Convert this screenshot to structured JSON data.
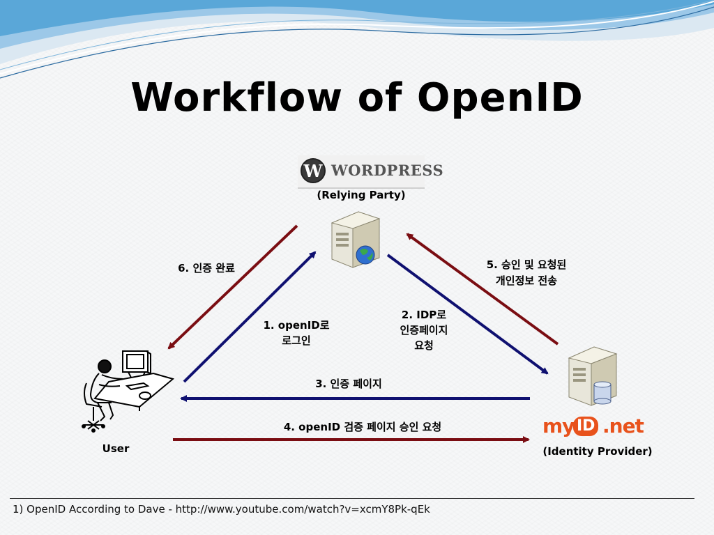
{
  "title": "Workflow of OpenID",
  "nodes": {
    "relying_party": {
      "logo_text": "WordPress",
      "logo_initial": "W",
      "role": "(Relying Party)"
    },
    "user": {
      "label": "User"
    },
    "identity_provider": {
      "logo_text_1": "my",
      "logo_text_2": "ID",
      "logo_text_3": ".net",
      "role": "(Identity Provider)"
    }
  },
  "steps": [
    {
      "id": 1,
      "text_line1": "1. openID로",
      "text_line2": "로그인",
      "color": "#1a1a7a"
    },
    {
      "id": 2,
      "text_line1": "2. IDP로",
      "text_line2": "인증페이지",
      "text_line3": "요청",
      "color": "#1a1a7a"
    },
    {
      "id": 3,
      "text_line1": "3. 인증 페이지",
      "color": "#1a1a7a"
    },
    {
      "id": 4,
      "text_line1": "4. openID 검증 페이지 승인 요청",
      "color": "#7a1010"
    },
    {
      "id": 5,
      "text_line1": "5. 승인 및 요청된",
      "text_line2": "개인정보 전송",
      "color": "#7a1010"
    },
    {
      "id": 6,
      "text_line1": "6. 인증 완료",
      "color": "#7a1010"
    }
  ],
  "footnote": "1) OpenID According to Dave - http://www.youtube.com/watch?v=xcmY8Pk-qEk",
  "colors": {
    "blue_arrow": "#0f1070",
    "red_arrow": "#7a0d12",
    "swoosh_blue": "#5aa7d8"
  },
  "icons": [
    "server-globe-icon",
    "server-database-icon",
    "user-at-computer-icon"
  ]
}
